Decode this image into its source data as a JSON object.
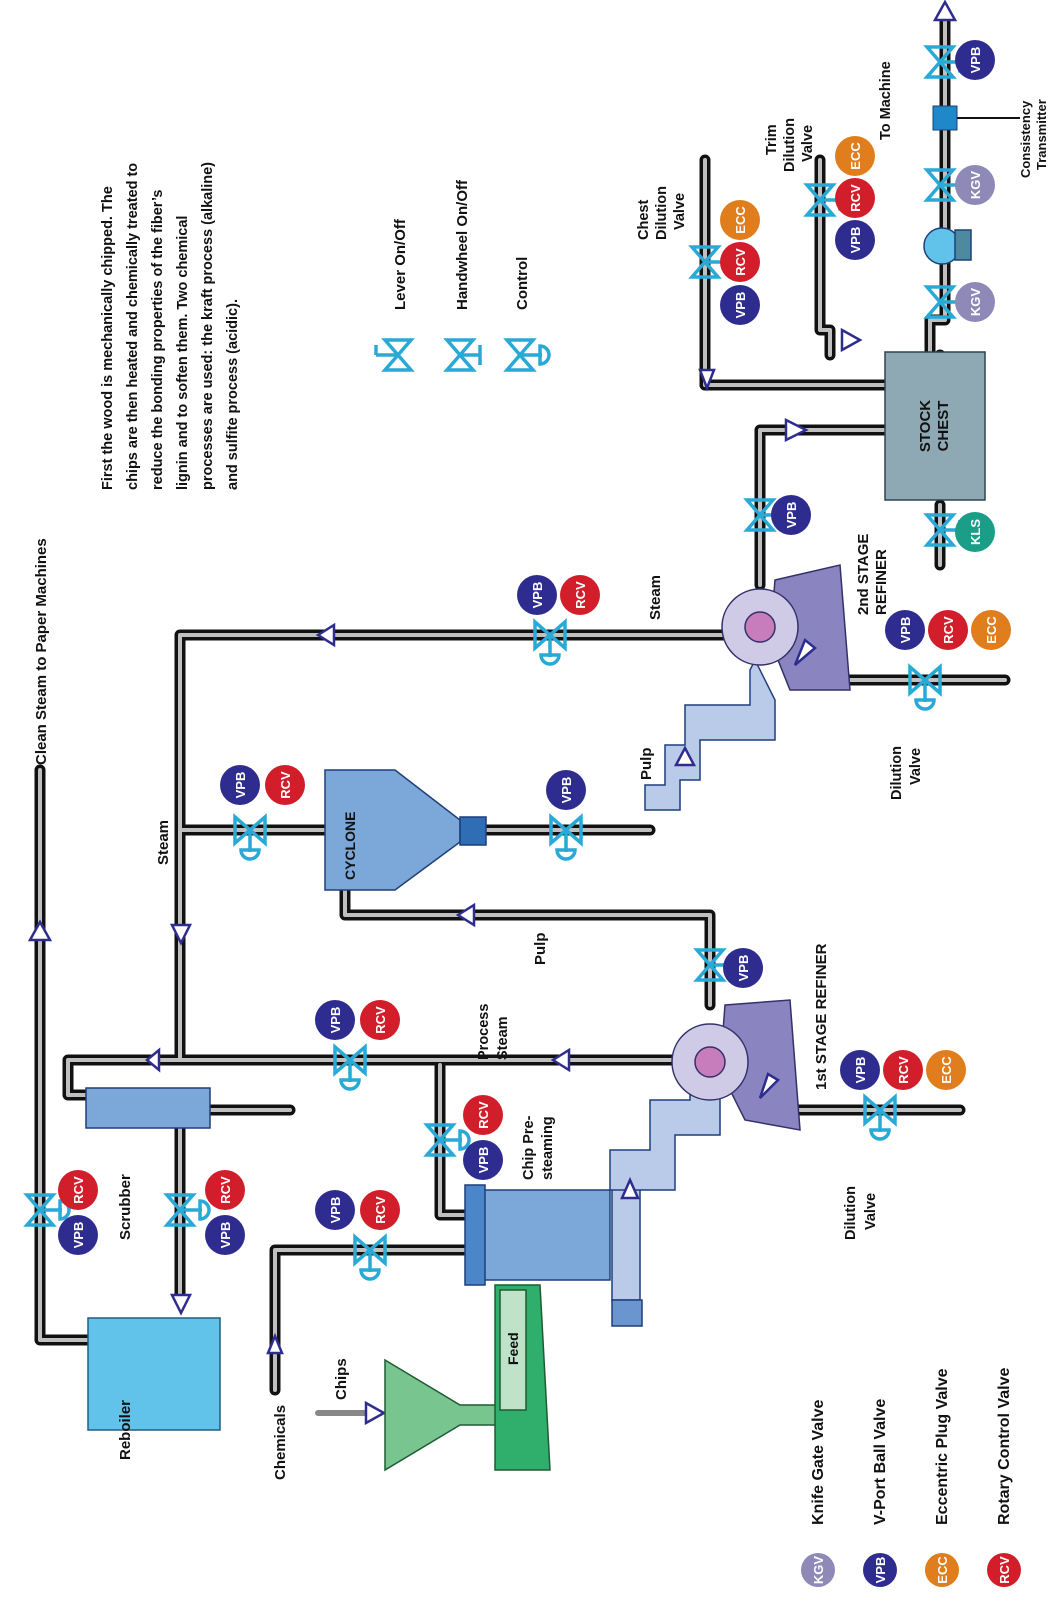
{
  "description": "First the wood is mechanically chipped. The chips are then heated and chemically treated to reduce the bonding properties of the fiber's lignin and to soften them.  Two chemical processes are used:  the kraft process (alkaline) and sulfite process (acidic).",
  "description_lines": [
    "First the wood is mechanically chipped. The",
    "chips are then heated and chemically treated to",
    "reduce the bonding properties of the fiber’s",
    "lignin and to soften them.  Two chemical",
    "processes are used:  the kraft process (alkaline)",
    "and sulfite process (acidic)."
  ],
  "valve_types": {
    "lever": "Lever On/Off",
    "handwheel": "Handwheel On/Off",
    "control": "Control"
  },
  "legend": {
    "kgv": {
      "abbr": "KGV",
      "label": "Knife Gate Valve",
      "color": "#8f89b8"
    },
    "vpb": {
      "abbr": "VPB",
      "label": "V-Port Ball Valve",
      "color": "#2e2d8f"
    },
    "ecc": {
      "abbr": "ECC",
      "label": "Eccentric Plug Valve",
      "color": "#e07d1c"
    },
    "rcv": {
      "abbr": "RCV",
      "label": "Rotary Control Valve",
      "color": "#d21e2a"
    },
    "kls": {
      "abbr": "KLS",
      "color": "#1a9e88"
    }
  },
  "labels": {
    "clean_steam": "Clean Steam to Paper Machines",
    "reboiler": "Reboiler",
    "scrubber": "Scrubber",
    "chemicals": "Chemicals",
    "chips": "Chips",
    "feed": "Feed",
    "chip_presteaming_1": "Chip Pre-",
    "chip_presteaming_2": "steaming",
    "dilution_valve_1a": "Dilution",
    "dilution_valve_1b": "Valve",
    "first_refiner": "1st STAGE REFINER",
    "process_steam_1": "Process",
    "process_steam_2": "Steam",
    "steam_left": "Steam",
    "pulp_1": "Pulp",
    "cyclone": "CYCLONE",
    "pulp_2": "Pulp",
    "steam_right": "Steam",
    "second_refiner_1": "2nd STAGE",
    "second_refiner_2": "REFINER",
    "dilution_valve_2a": "Dilution",
    "dilution_valve_2b": "Valve",
    "stock_chest_1": "STOCK",
    "stock_chest_2": "CHEST",
    "chest_dilution_1": "Chest",
    "chest_dilution_2": "Dilution",
    "chest_dilution_3": "Valve",
    "trim_dilution_1": "Trim",
    "trim_dilution_2": "Dilution",
    "trim_dilution_3": "Valve",
    "to_machine": "To Machine",
    "consistency_1": "Consistency",
    "consistency_2": "Transmitter"
  },
  "colors": {
    "pipe": "#111111",
    "pipe_inner": "#bfbfbf",
    "valve": "#29a9d6",
    "equipment_blue": "#7ba7d9",
    "refiner_body": "#8a85c0",
    "refiner_disc": "#cfcbe6",
    "refiner_core": "#c77dbb",
    "chute": "#b9cbe9",
    "reboiler": "#62c3ea",
    "stock_chest": "#8fa9b4",
    "hopper": "#79c58f",
    "feeder": "#2fae6c"
  }
}
